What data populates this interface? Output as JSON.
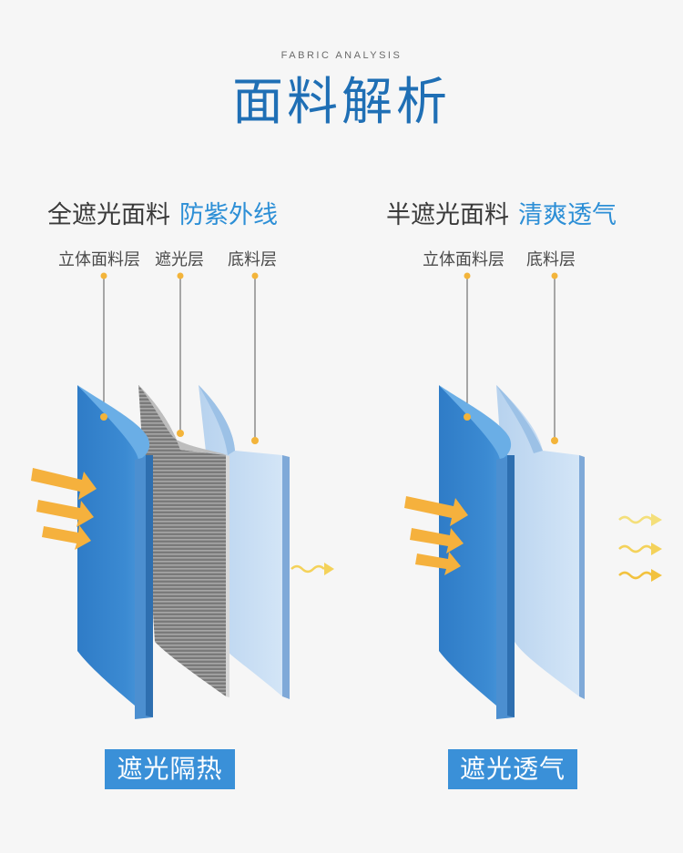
{
  "header": {
    "subtitle": "FABRIC ANALYSIS",
    "title": "面料解析"
  },
  "panels": [
    {
      "heading_main": "全遮光面料",
      "heading_accent": "防紫外线",
      "layers": [
        "立体面料层",
        "遮光层",
        "底料层"
      ],
      "badge": "遮光隔热"
    },
    {
      "heading_main": "半遮光面料",
      "heading_accent": "清爽透气",
      "layers": [
        "立体面料层",
        "底料层"
      ],
      "badge": "遮光透气"
    }
  ],
  "colors": {
    "title_blue": "#1f6fb5",
    "accent_blue": "#2d8fd6",
    "badge_blue": "#3a90d8",
    "fabric_blue": "#3a86d0",
    "lining_light_blue": "#c9def4",
    "blackout_gray": "#8a8a8a",
    "arrow_orange": "#f5b13d",
    "marker_yellow": "#f3b43a",
    "wave_yellow": "#f4d25a"
  },
  "icons": [
    "arrow-right-icon",
    "heat-wave-icon",
    "marker-dot-icon"
  ]
}
